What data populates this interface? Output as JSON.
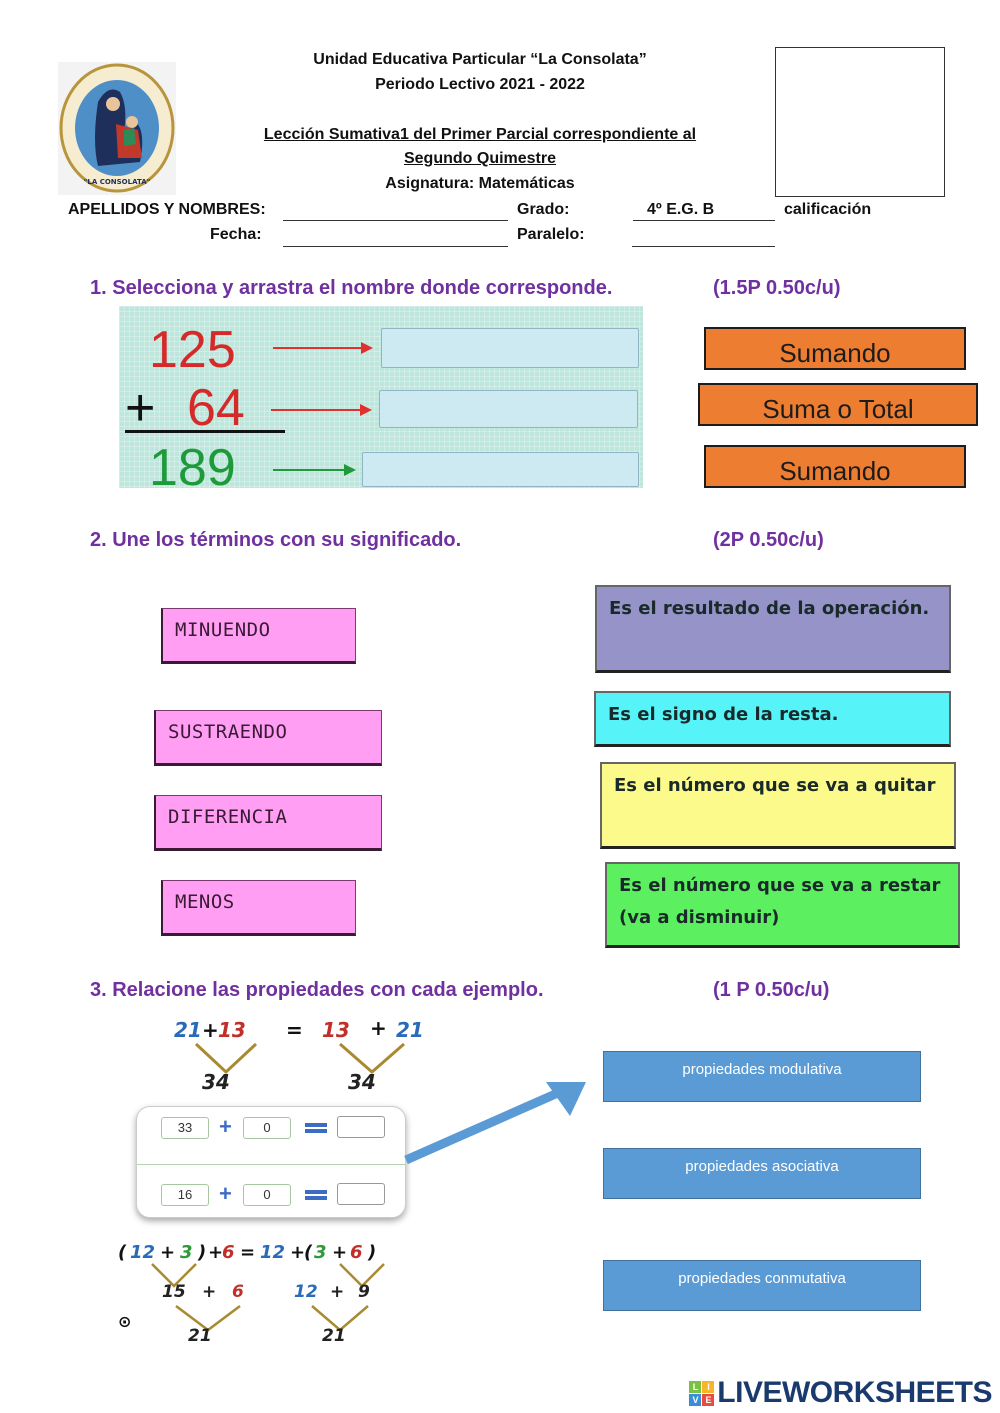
{
  "header": {
    "school": "Unidad Educativa Particular “La Consolata”",
    "period": "Periodo Lectivo 2021 - 2022",
    "lesson_line1": "Lección Sumativa1 del Primer Parcial correspondiente al",
    "lesson_line2": "Segundo Quimestre",
    "subject": "Asignatura: Matemáticas",
    "logo_alt": "school-crest-logo"
  },
  "form": {
    "names_label": "APELLIDOS Y NOMBRES:",
    "names_value": "",
    "date_label": "Fecha:",
    "date_value": "",
    "grade_label": "Grado:",
    "grade_value": "4º E.G. B",
    "parallel_label": "Paralelo:",
    "parallel_value": "",
    "score_label": "calificación",
    "score_value": ""
  },
  "q1": {
    "title": "1.  Selecciona y arrastra el nombre donde corresponde.",
    "points": "(1.5P 0.50c/u)",
    "numbers": [
      "125",
      "+",
      "64",
      "189"
    ],
    "drop_targets": [
      "",
      "",
      ""
    ],
    "draggables": [
      "Sumando",
      "Suma o Total",
      "Sumando"
    ]
  },
  "q2": {
    "title": "2.  Une los términos con su significado.",
    "points": "(2P 0.50c/u)",
    "terms": [
      "MINUENDO",
      "SUSTRAENDO",
      "DIFERENCIA",
      "MENOS"
    ],
    "definitions": [
      {
        "text": "Es el resultado de la operación.",
        "color": "#9593c8"
      },
      {
        "text": "Es el signo de la resta.",
        "color": "#56f3f8"
      },
      {
        "text": "Es el número que se va a quitar",
        "color": "#fcfa8a"
      },
      {
        "text": "Es el número que se va a restar (va a disminuir)",
        "color": "#5cf060"
      }
    ]
  },
  "q3": {
    "title": "3.  Relacione las propiedades con cada ejemplo.",
    "points": "(1 P 0.50c/u)",
    "example1": {
      "a": "21",
      "plus1": "+",
      "b": "13",
      "eq": "=",
      "c": "13",
      "plus2": "+",
      "d": "21",
      "r1": "34",
      "r2": "34"
    },
    "example2": {
      "rows": [
        {
          "a": "33",
          "b": "0",
          "result": ""
        },
        {
          "a": "16",
          "b": "0",
          "result": ""
        }
      ]
    },
    "example3": {
      "line": [
        "(",
        "12",
        "+",
        "3",
        ")",
        "+",
        "6",
        "=",
        "12",
        "+",
        "(",
        "3",
        "+",
        "6",
        ")"
      ],
      "mid_left": [
        "15",
        "+",
        "6"
      ],
      "mid_right": [
        "12",
        "+",
        "9"
      ],
      "r1": "21",
      "r2": "21"
    },
    "options": [
      "propiedades modulativa",
      "propiedades asociativa",
      "propiedades conmutativa"
    ]
  },
  "footer": {
    "brand": "LIVEWORKSHEETS",
    "cube_letters": [
      "L",
      "I",
      "V",
      "E"
    ]
  }
}
